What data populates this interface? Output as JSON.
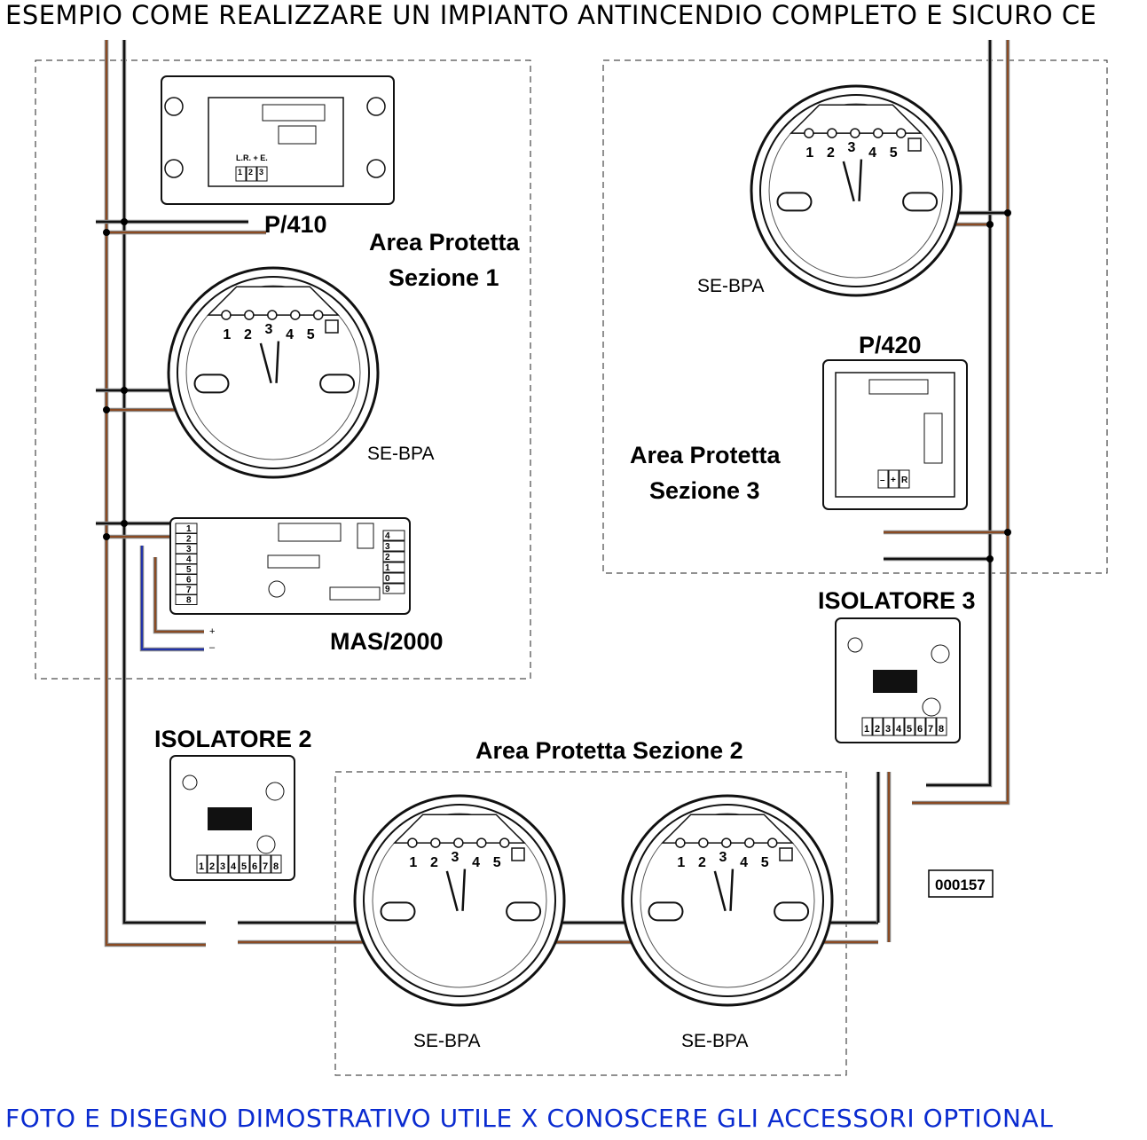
{
  "header": {
    "title": "ESEMPIO COME REALIZZARE UN IMPIANTO ANTINCENDIO COMPLETO E SICURO",
    "ce_mark": "CE"
  },
  "footer": {
    "text": "FOTO E DISEGNO DIMOSTRATIVO UTILE X CONOSCERE GLI ACCESSORI OPTIONAL"
  },
  "areas": {
    "area1": [
      "Area Protetta",
      "Sezione 1"
    ],
    "area2": "Area Protetta Sezione 2",
    "area3": [
      "Area Protetta",
      "Sezione 3"
    ]
  },
  "devices": {
    "p410": "P/410",
    "p420": "P/420",
    "mas2000": "MAS/2000",
    "isolatore2": "ISOLATORE 2",
    "isolatore3": "ISOLATORE 3",
    "sebpa": "SE-BPA"
  },
  "detector_terminals": [
    "1",
    "2",
    "3",
    "4",
    "5"
  ],
  "isolator_terminals": [
    "1",
    "2",
    "3",
    "4",
    "5",
    "6",
    "7",
    "8"
  ],
  "mas_terminals_left": [
    "1",
    "2",
    "3",
    "4",
    "5",
    "6",
    "7",
    "8"
  ],
  "mas_terminals_right": [
    "4",
    "3",
    "2",
    "1",
    "0",
    "9"
  ],
  "mas_power": [
    "+",
    "–"
  ],
  "p410_terminals": [
    "1",
    "2",
    "3"
  ],
  "p410_terminal_labels": "L.R. + E.",
  "p420_terminals": [
    "–",
    "+",
    "R"
  ],
  "code": "000157"
}
